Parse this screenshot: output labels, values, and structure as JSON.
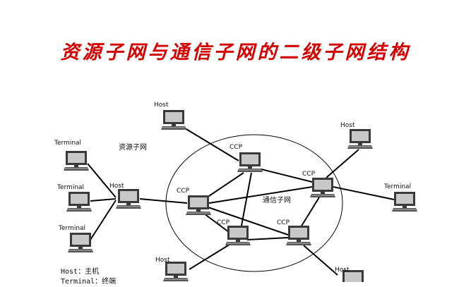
{
  "title": "资源子网与通信子网的二级子网结构",
  "colors": {
    "title": "#d40000",
    "lines": "#000000",
    "monitor_body": "#3a3a3a",
    "screen": "#c8c8c8"
  },
  "labels": {
    "resource_subnet": "资源子网",
    "comm_subnet": "通信子网"
  },
  "nodes": {
    "host_top": "Host",
    "host_left": "Host",
    "host_bottom": "Host",
    "host_right_top": "Host",
    "host_right_bottom": "Host",
    "terminal_1": "Terminal",
    "terminal_2": "Terminal",
    "terminal_3": "Terminal",
    "terminal_right": "Terminal",
    "ccp_top": "CCP",
    "ccp_left": "CCP",
    "ccp_right": "CCP",
    "ccp_bottom_left": "CCP",
    "ccp_bottom_right": "CCP"
  },
  "legend": {
    "line1": "Host：主机",
    "line2": "Terminal：终端"
  }
}
